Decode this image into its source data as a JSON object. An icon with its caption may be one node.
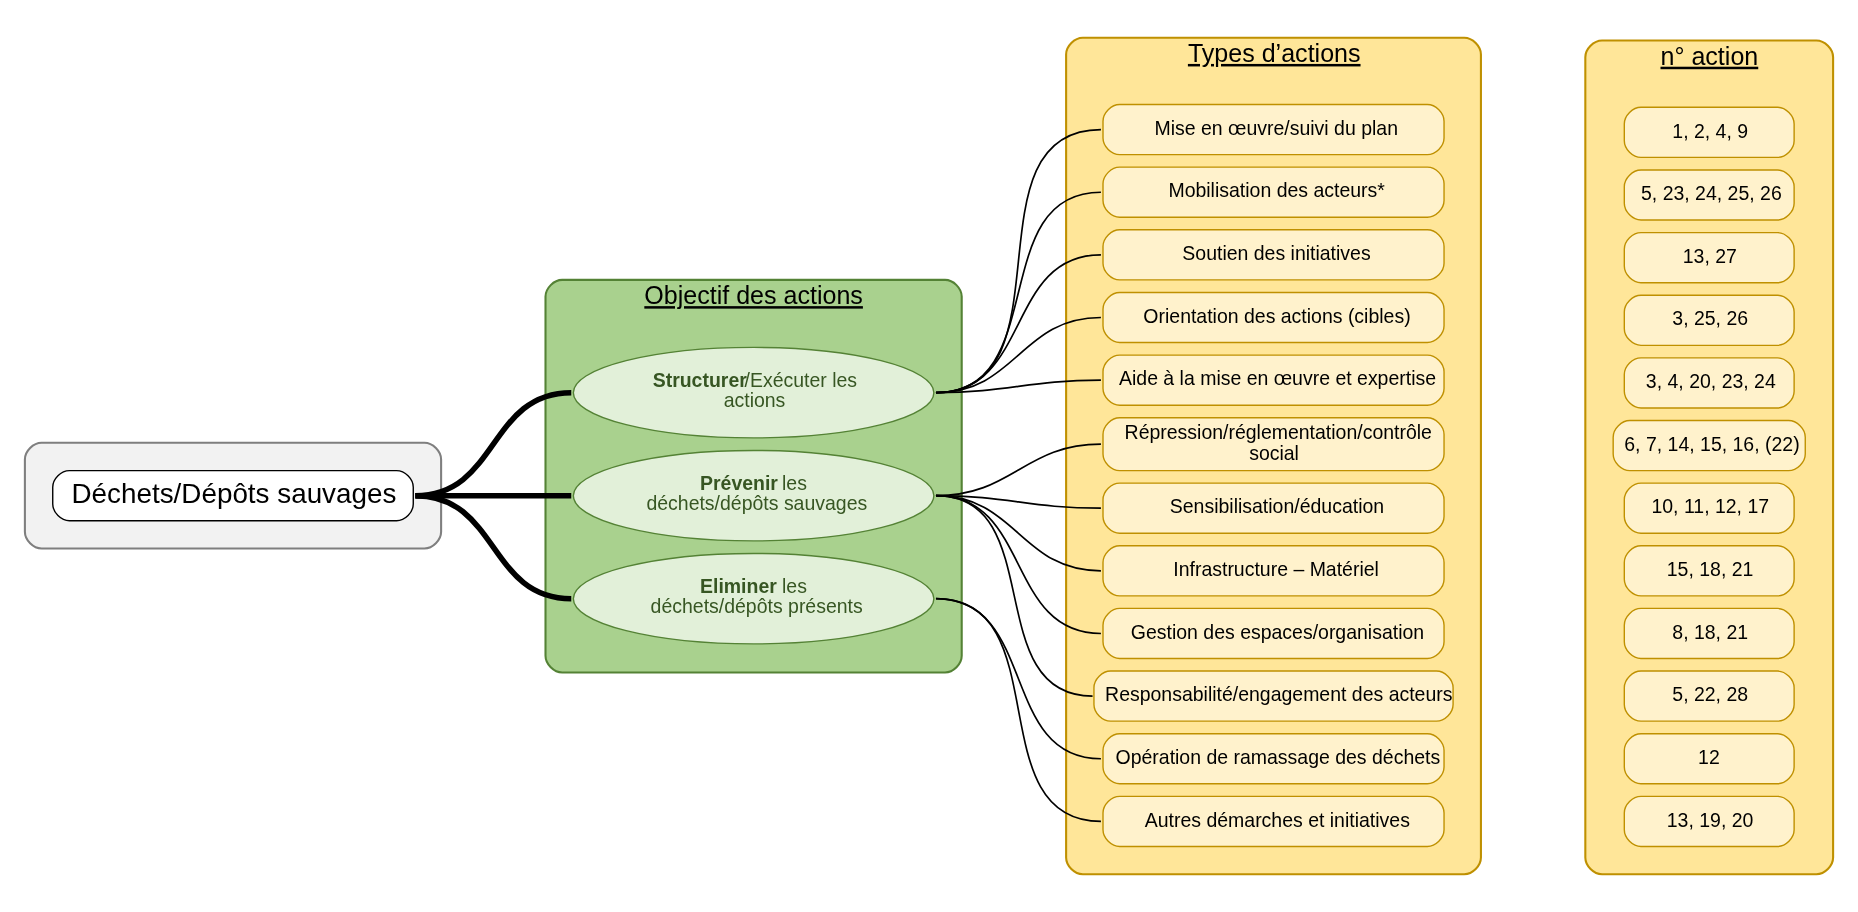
{
  "diagram": {
    "nodes": [
      {
        "text": [],
        "shape": "box"
      },
      {
        "text": [
          "Déchets/Dépôts sauvages"
        ],
        "in": 0
      },
      {
        "text": [
          "Objectif des actions"
        ]
      },
      {
        "text": [
          "**Structurer**/Exécuter les actions"
        ],
        "in": 2
      },
      {
        "text": [
          "**Prévenir** les déchets/dépôts sauvages"
        ],
        "in": 2
      },
      {
        "text": [
          "**Eliminer** les déchets/dépôts présents"
        ],
        "in": 2
      },
      {
        "text": [
          "Types d’actions"
        ]
      },
      {
        "text": [
          "Mise en œuvre/suivi du plan"
        ],
        "in": 6
      },
      {
        "text": [
          "Mobilisation des acteurs*"
        ],
        "in": 6
      },
      {
        "text": [
          "Soutien des initiatives"
        ],
        "in": 6
      },
      {
        "text": [
          "Orientation des actions (cibles)"
        ],
        "in": 6
      },
      {
        "text": [
          "Aide à la mise en œuvre et expertise"
        ],
        "in": 6
      },
      {
        "text": [
          "Répression/réglementation/contrôle social"
        ],
        "in": 6
      },
      {
        "text": [
          "Sensibilisation/éducation"
        ],
        "in": 6
      },
      {
        "text": [
          "Infrastructure – Matériel"
        ],
        "in": 6
      },
      {
        "text": [
          "Gestion des espaces/organisation"
        ],
        "in": 6
      },
      {
        "text": [
          "Responsabilité/engagement des acteurs"
        ],
        "in": 6
      },
      {
        "text": [
          "Opération de ramassage des déchets"
        ],
        "in": 6
      },
      {
        "text": [
          "Autres démarches et initiatives"
        ],
        "in": 6
      },
      {
        "text": [
          "n° action"
        ]
      },
      {
        "text": [
          "1, 2, 4, 9"
        ],
        "in": 19
      },
      {
        "text": [
          "5, 23, 24, 25, 26"
        ],
        "in": 19
      },
      {
        "text": [
          "13, 27"
        ],
        "in": 19
      },
      {
        "text": [
          "3, 25, 26"
        ],
        "in": 19
      },
      {
        "text": [
          "3, 4, 20, 23, 24"
        ],
        "in": 19
      },
      {
        "text": [
          "6, 7, 14, 15, 16, (22)"
        ],
        "in": 19
      },
      {
        "text": [
          "10, 11, 12, 17"
        ],
        "in": 19
      },
      {
        "text": [
          "15, 18, 21"
        ],
        "in": 19
      },
      {
        "text": [
          "8, 18, 21"
        ],
        "in": 19
      },
      {
        "text": [
          "5, 22, 28"
        ],
        "in": 19
      },
      {
        "text": [
          "12"
        ],
        "in": 19
      },
      {
        "text": [
          "13, 19, 20"
        ],
        "in": 19
      }
    ],
    "edges": [
      {
        "from": 1,
        "to": 3,
        "arrow": "none",
        "style": "thick"
      },
      {
        "from": 1,
        "to": 4,
        "arrow": "none",
        "style": "thick"
      },
      {
        "from": 1,
        "to": 5,
        "arrow": "none",
        "style": "thick"
      },
      {
        "from": 3,
        "to": 7,
        "arrow": "none"
      },
      {
        "from": 3,
        "to": 8,
        "arrow": "none"
      },
      {
        "from": 3,
        "to": 9,
        "arrow": "none"
      },
      {
        "from": 3,
        "to": 10,
        "arrow": "none"
      },
      {
        "from": 3,
        "to": 11,
        "arrow": "none"
      },
      {
        "from": 4,
        "to": 12,
        "arrow": "none"
      },
      {
        "from": 4,
        "to": 13,
        "arrow": "none"
      },
      {
        "from": 4,
        "to": 14,
        "arrow": "none"
      },
      {
        "from": 4,
        "to": 15,
        "arrow": "none"
      },
      {
        "from": 4,
        "to": 16,
        "arrow": "none"
      },
      {
        "from": 5,
        "to": 17,
        "arrow": "none"
      },
      {
        "from": 5,
        "to": 18,
        "arrow": "none"
      }
    ]
  }
}
